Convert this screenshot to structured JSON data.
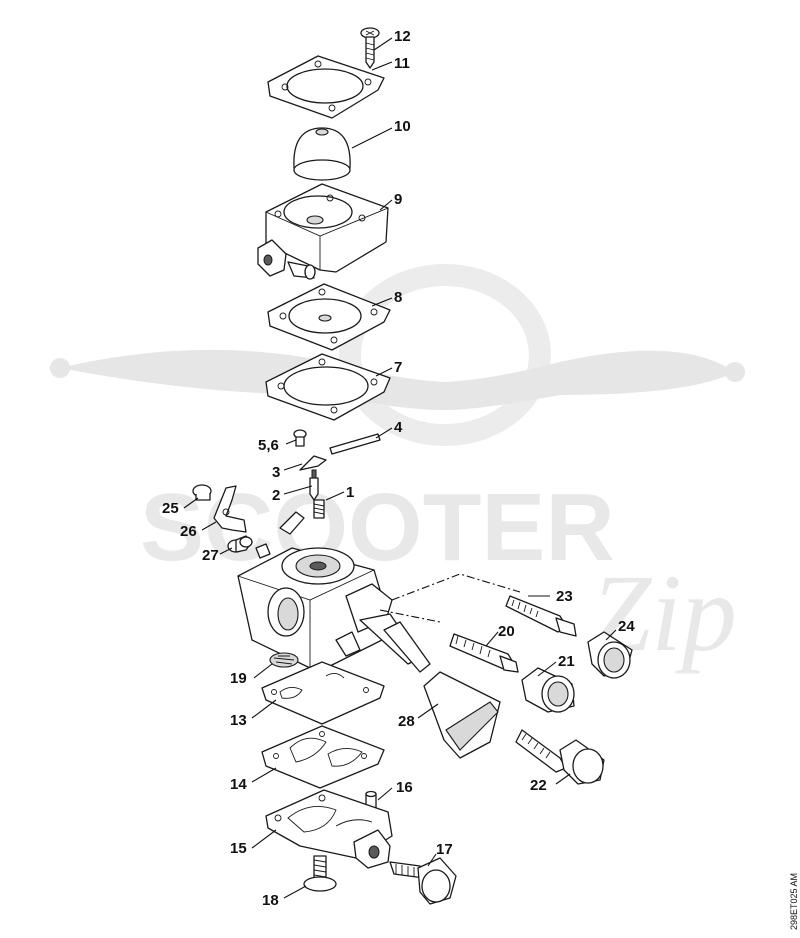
{
  "watermark": {
    "brand": "SCOOTER",
    "script": "Zip"
  },
  "reference_code": "298ET025 AM",
  "callouts": [
    "12",
    "11",
    "10",
    "9",
    "8",
    "7",
    "4",
    "5,6",
    "3",
    "2",
    "1",
    "25",
    "26",
    "27",
    "23",
    "24",
    "20",
    "21",
    "19",
    "13",
    "28",
    "22",
    "14",
    "16",
    "15",
    "17",
    "18"
  ]
}
